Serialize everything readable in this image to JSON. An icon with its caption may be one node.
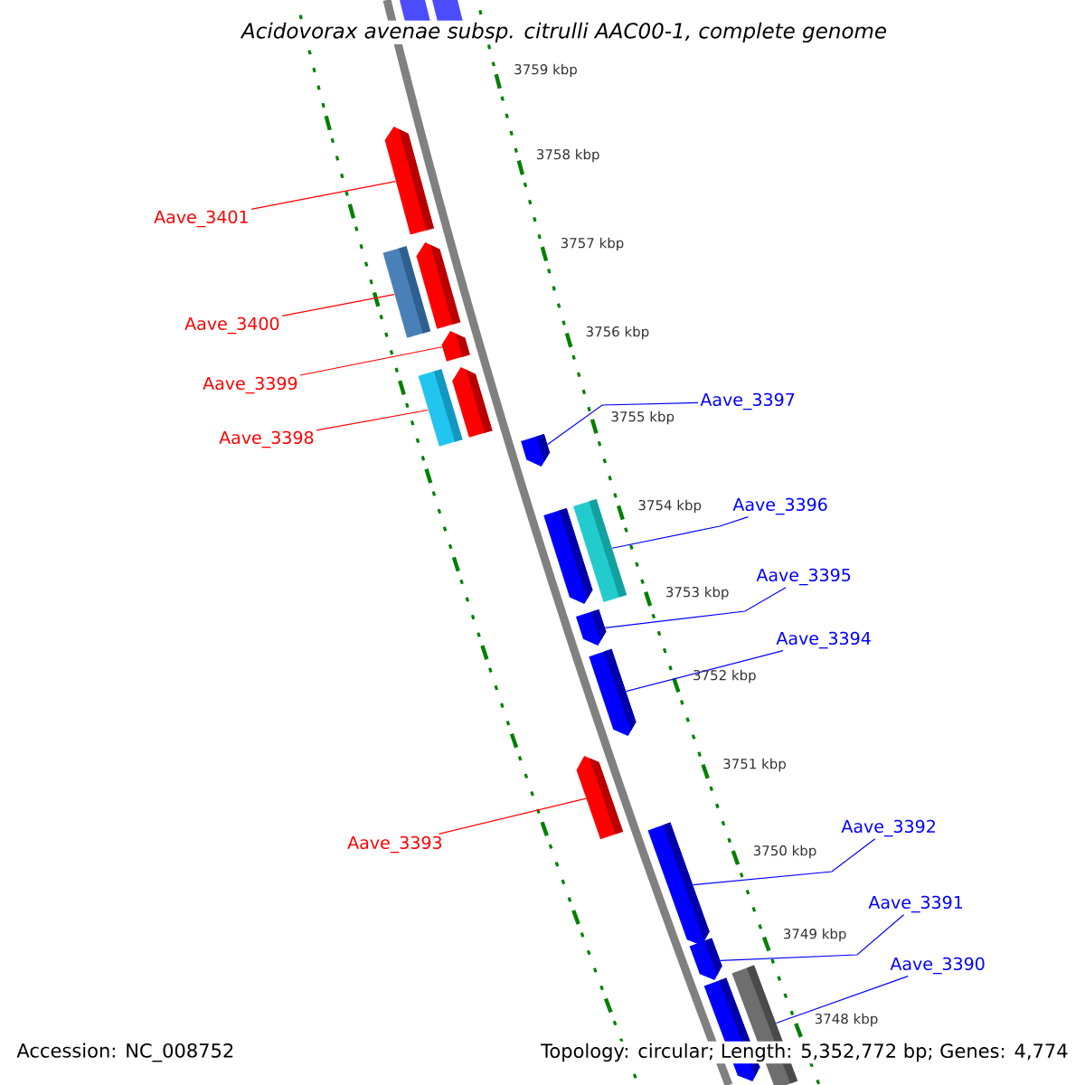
{
  "diagram": {
    "title": "Acidovorax avenae subsp. citrulli AAC00-1, complete genome",
    "nodes": [
      {
        "text": [
          "Aave_3401"
        ]
      },
      {
        "text": [
          "Aave_3400"
        ]
      },
      {
        "text": [
          "Aave_3399"
        ]
      },
      {
        "text": [
          "Aave_3398"
        ]
      },
      {
        "text": [
          "Aave_3397"
        ]
      },
      {
        "text": [
          "Aave_3396"
        ]
      },
      {
        "text": [
          "Aave_3395"
        ]
      },
      {
        "text": [
          "Aave_3394"
        ]
      },
      {
        "text": [
          "Aave_3393"
        ]
      },
      {
        "text": [
          "Aave_3392"
        ]
      },
      {
        "text": [
          "Aave_3391"
        ]
      },
      {
        "text": [
          "Aave_3390"
        ]
      },
      {
        "text": [],
        "shape": "bar"
      },
      {
        "text": [],
        "shape": "bar"
      },
      {
        "text": [],
        "shape": "bar"
      },
      {
        "text": [],
        "shape": "bar"
      },
      {
        "text": [],
        "shape": "bar"
      },
      {
        "text": [],
        "shape": "bar"
      },
      {
        "text": [],
        "shape": "bar"
      },
      {
        "text": [],
        "shape": "bar"
      },
      {
        "text": [],
        "shape": "bar"
      },
      {
        "text": [],
        "shape": "bar"
      },
      {
        "text": [],
        "shape": "bar"
      },
      {
        "text": [],
        "shape": "bar"
      },
      {
        "text": [],
        "shape": "bar"
      },
      {
        "text": [],
        "shape": "bar"
      },
      {
        "text": [],
        "shape": "bar"
      },
      {
        "text": [],
        "shape": "bar"
      }
    ],
    "edges": [
      {
        "from": 0,
        "to": 12,
        "arrow": "none",
        "color": "#ff0000"
      },
      {
        "from": 1,
        "to": 14,
        "arrow": "none",
        "color": "#ff0000"
      },
      {
        "from": 2,
        "to": 15,
        "arrow": "none",
        "color": "#ff0000"
      },
      {
        "from": 3,
        "to": 17,
        "arrow": "none",
        "color": "#ff0000"
      },
      {
        "from": 4,
        "to": 18,
        "arrow": "none"
      },
      {
        "from": 5,
        "to": 19,
        "arrow": "none"
      },
      {
        "from": 6,
        "to": 21,
        "arrow": "none"
      },
      {
        "from": 7,
        "to": 22,
        "arrow": "none"
      },
      {
        "from": 8,
        "to": 23,
        "arrow": "none",
        "color": "#ff0000"
      },
      {
        "from": 9,
        "to": 24,
        "arrow": "none"
      },
      {
        "from": 10,
        "to": 25,
        "arrow": "none"
      },
      {
        "from": 11,
        "to": 26,
        "arrow": "none"
      }
    ],
    "labels": [
      "3759 kbp",
      "3758 kbp",
      "3757 kbp",
      "3756 kbp",
      "3755 kbp",
      "3754 kbp",
      "3753 kbp",
      "3752 kbp",
      "3751 kbp",
      "3750 kbp",
      "3749 kbp",
      "3748 kbp",
      "Accession: NC_008752",
      "Topology: circular; Length: 5,352,772 bp; Genes: 4,774"
    ]
  }
}
